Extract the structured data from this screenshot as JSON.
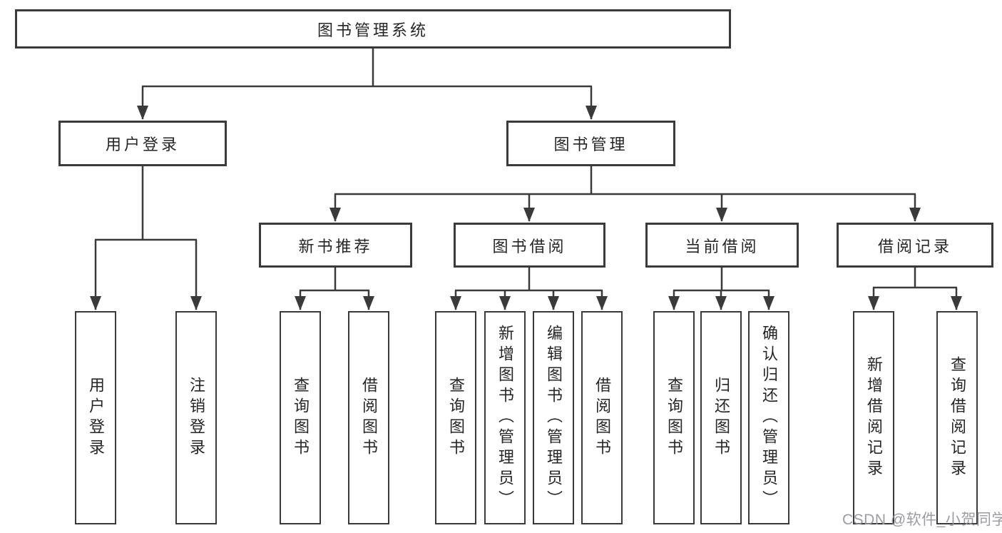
{
  "diagram": {
    "type": "hierarchy-tree",
    "root": {
      "label": "图书管理系统"
    },
    "branches": [
      {
        "label": "用户登录",
        "children": [
          {
            "label": "用户登录"
          },
          {
            "label": "注销登录"
          }
        ]
      },
      {
        "label": "图书管理",
        "children": [
          {
            "label": "新书推荐",
            "children": [
              {
                "label": "查询图书"
              },
              {
                "label": "借阅图书"
              }
            ]
          },
          {
            "label": "图书借阅",
            "children": [
              {
                "label": "查询图书"
              },
              {
                "label": "新增图书（管理员）"
              },
              {
                "label": "编辑图书（管理员）"
              },
              {
                "label": "借阅图书"
              }
            ]
          },
          {
            "label": "当前借阅",
            "children": [
              {
                "label": "查询图书"
              },
              {
                "label": "归还图书"
              },
              {
                "label": "确认归还（管理员）"
              }
            ]
          },
          {
            "label": "借阅记录",
            "children": [
              {
                "label": "新增借阅记录"
              },
              {
                "label": "查询借阅记录"
              }
            ]
          }
        ]
      }
    ],
    "colors": {
      "line": "#3a3a3a",
      "text": "#262626",
      "box_fill": "#ffffff",
      "background": "#ffffff"
    }
  },
  "watermark": {
    "text": "CSDN @软件_小贺同学",
    "color": "#94949b"
  }
}
